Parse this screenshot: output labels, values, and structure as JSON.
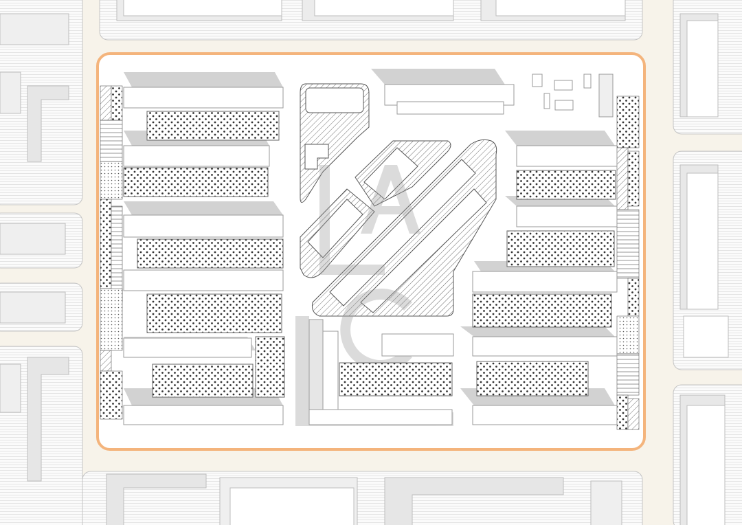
{
  "map": {
    "type": "site-plan",
    "colors": {
      "road": "#f7f3ea",
      "block_fill": "#ffffff",
      "block_edge": "#bdbdbd",
      "site_boundary": "#f4b47c",
      "shadow": "#c9c9c9",
      "building": "#ffffff",
      "dot_pattern": "#333333",
      "hatch": "#444444",
      "watermark": "#9a9a9a"
    },
    "icons": [
      "site-boundary",
      "building-footprint",
      "shadow",
      "dotted-landscape-strip",
      "hatched-plaza"
    ]
  }
}
